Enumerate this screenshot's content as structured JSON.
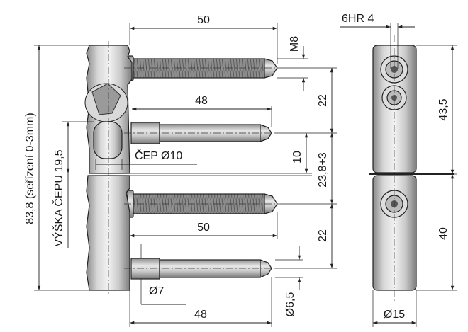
{
  "dimensions": {
    "screw_top_length": "50",
    "thread_size": "M8",
    "pin_length": "48",
    "pin_label": "ČEP Ø10",
    "screw_bottom_length": "50",
    "pin_bottom_diameter": "Ø7",
    "pin_bottom_length": "48",
    "shank_diameter": "Ø6,5",
    "spacing_upper": "22",
    "spacing_middle": "10",
    "adjust_range": "23,8+3",
    "spacing_lower": "22",
    "overall_height": "83,8 (seřízení 0-3mm)",
    "pin_height": "VÝŠKA ČEPU 19,5",
    "hex_key": "6HR 4",
    "upper_body_height": "43,5",
    "lower_body_height": "40",
    "body_diameter": "Ø15"
  }
}
